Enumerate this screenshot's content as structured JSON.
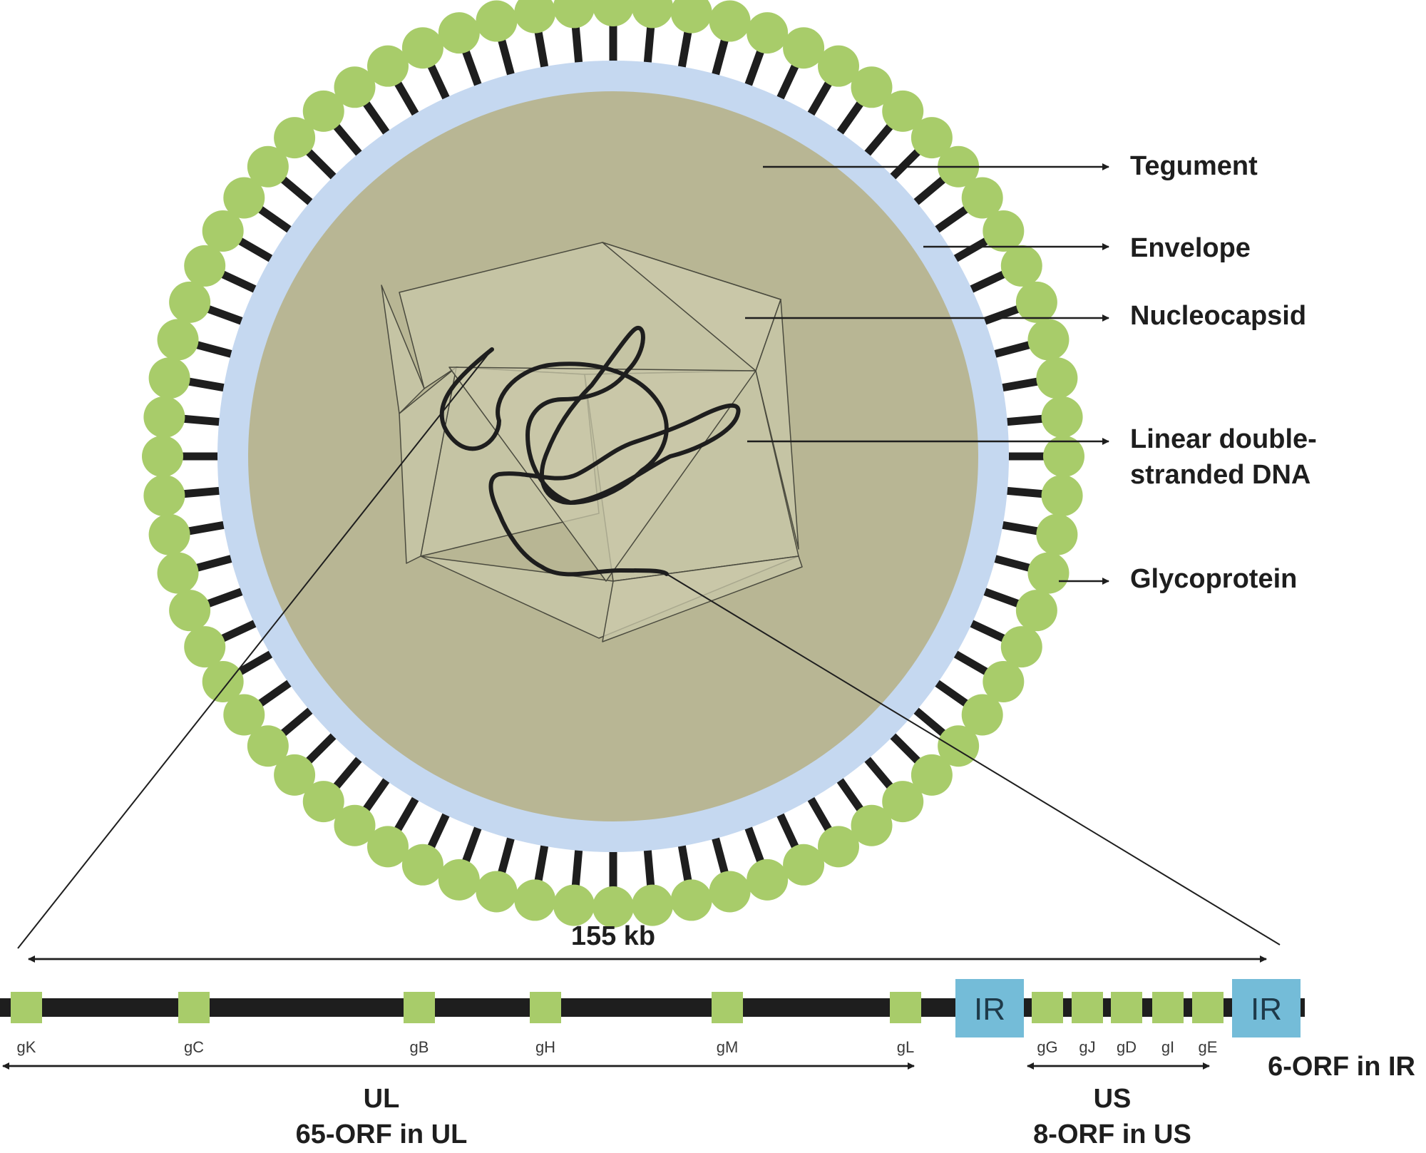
{
  "labels": {
    "tegument": "Tegument",
    "envelope": "Envelope",
    "nucleocapsid": "Nucleocapsid",
    "dna_line1": "Linear double-",
    "dna_line2": "stranded DNA",
    "glycoprotein": "Glycoprotein"
  },
  "genome": {
    "length": "155 kb",
    "ir_label": "IR",
    "ul_genes": [
      "gK",
      "gC",
      "gB",
      "gH",
      "gM",
      "gL"
    ],
    "us_genes": [
      "gG",
      "gJ",
      "gD",
      "gI",
      "gE"
    ],
    "ul_label": "UL",
    "ul_orf": "65-ORF in UL",
    "us_label": "US",
    "us_orf": "8-ORF in US",
    "ir_orf": "6-ORF in IR"
  },
  "colors": {
    "glycoprotein": "#a8cc6a",
    "envelope": "#c5d8f0",
    "tegument": "#b8b694",
    "capsid": "#cac8aa",
    "ir_box": "#74bcd8",
    "gene_box": "#a8cc6a",
    "dna": "#1e1e1e"
  }
}
